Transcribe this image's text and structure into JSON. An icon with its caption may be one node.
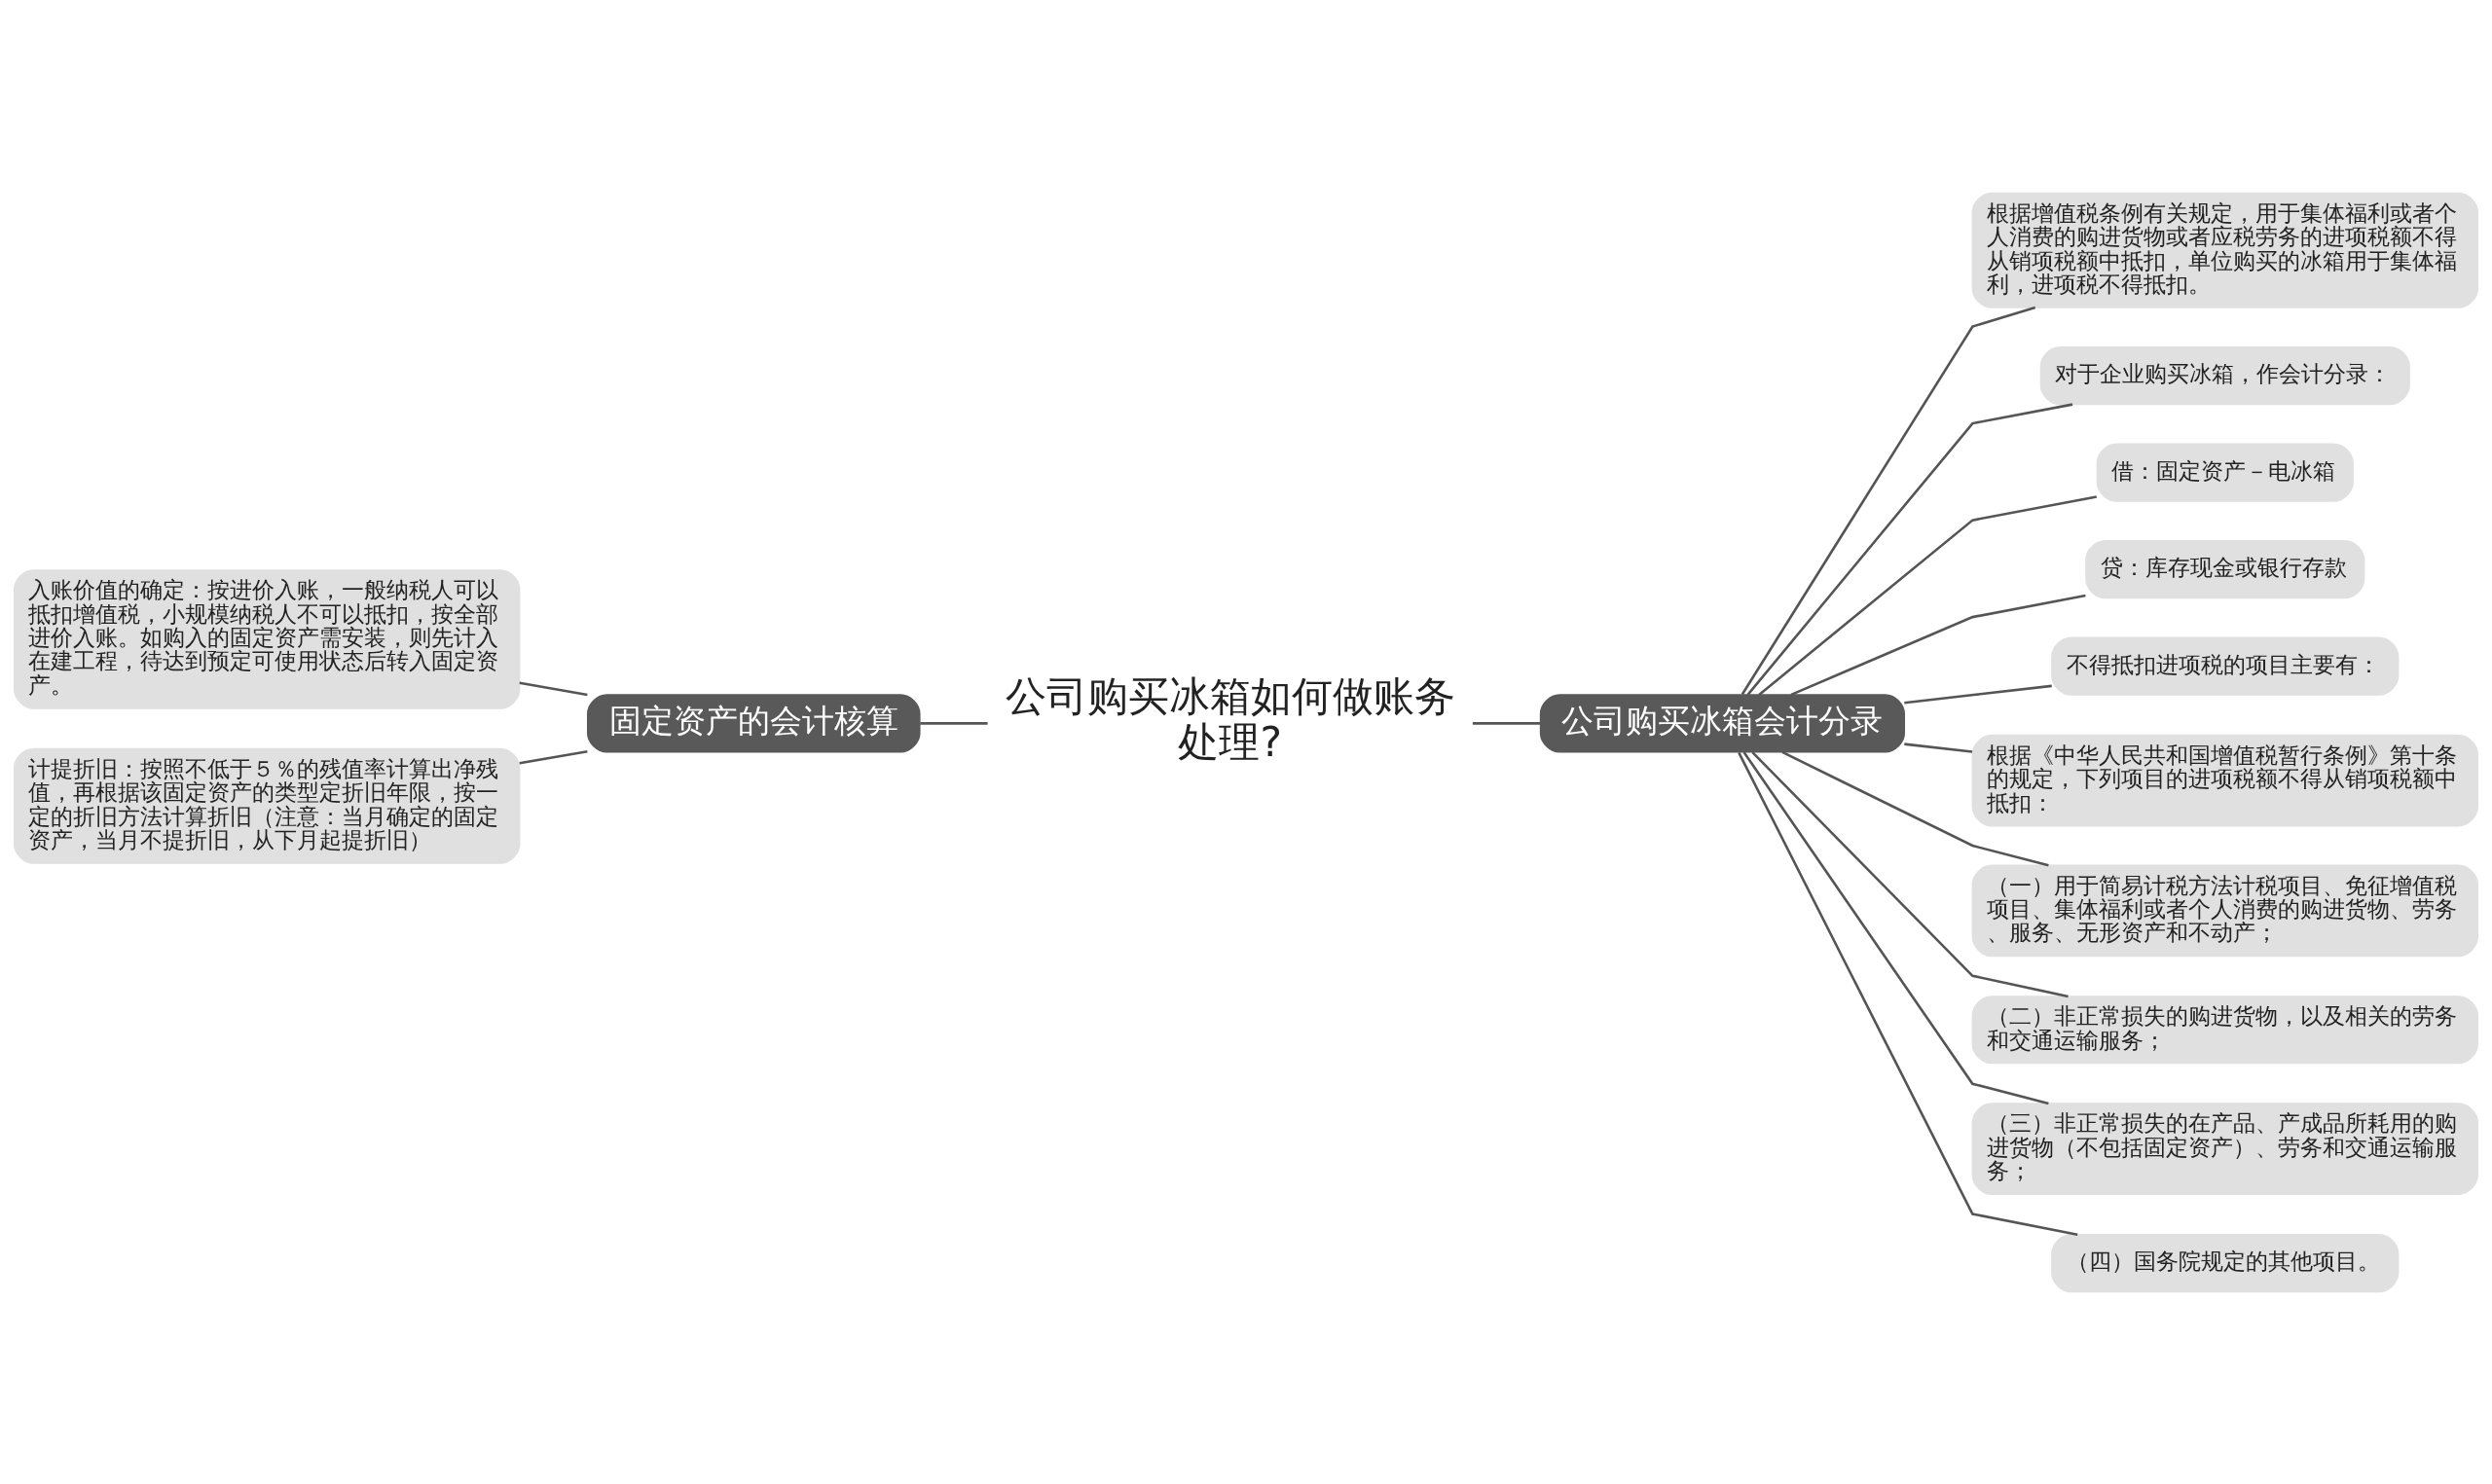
{
  "diagram": {
    "nodes": [
      {
        "text": [
          "公司购买冰箱如何做账务处理?"
        ]
      },
      {
        "text": [
          "固定资产的会计核算"
        ]
      },
      {
        "text": [
          "入账价值的确定：按进价入账，一般纳税人可以抵扣增值税，小规模纳税人不可以抵扣，按全部进价入账。如购入的固定资产需安装，则先计入在建工程，待达到预定可使用状态后转入固定资产。"
        ]
      },
      {
        "text": [
          "计提折旧：按照不低于５％的残值率计算出净残值，再根据该固定资产的类型定折旧年限，按一定的折旧方法计算折旧（注意：当月确定的固定资产，当月不提折旧，从下月起提折旧）"
        ]
      },
      {
        "text": [
          "公司购买冰箱会计分录"
        ]
      },
      {
        "text": [
          "根据增值税条例有关规定，用于集体福利或者个人消费的购进货物或者应税劳务的进项税额不得从销项税额中抵扣，单位购买的冰箱用于集体福利，进项税不得抵扣。"
        ]
      },
      {
        "text": [
          "对于企业购买冰箱，作会计分录："
        ]
      },
      {
        "text": [
          "借：固定资产－电冰箱"
        ]
      },
      {
        "text": [
          "贷：库存现金或银行存款"
        ]
      },
      {
        "text": [
          "不得抵扣进项税的项目主要有："
        ]
      },
      {
        "text": [
          "根据《中华人民共和国增值税暂行条例》第十条的规定，下列项目的进项税额不得从销项税额中抵扣："
        ]
      },
      {
        "text": [
          "（一）用于简易计税方法计税项目、免征增值税项目、集体福利或者个人消费的购进货物、劳务、服务、无形资产和不动产；"
        ]
      },
      {
        "text": [
          "（二）非正常损失的购进货物，以及相关的劳务和交通运输服务；"
        ]
      },
      {
        "text": [
          "（三）非正常损失的在产品、产成品所耗用的购进货物（不包括固定资产）、劳务和交通运输服务；"
        ]
      },
      {
        "text": [
          "（四）国务院规定的其他项目。"
        ]
      }
    ],
    "edges": [
      {
        "from": 0,
        "to": 1,
        "arrow": "none"
      },
      {
        "from": 1,
        "to": 2,
        "arrow": "none"
      },
      {
        "from": 1,
        "to": 3,
        "arrow": "none"
      },
      {
        "from": 0,
        "to": 4,
        "arrow": "none"
      },
      {
        "from": 4,
        "to": 5,
        "arrow": "none"
      },
      {
        "from": 4,
        "to": 6,
        "arrow": "none"
      },
      {
        "from": 4,
        "to": 7,
        "arrow": "none"
      },
      {
        "from": 4,
        "to": 8,
        "arrow": "none"
      },
      {
        "from": 4,
        "to": 9,
        "arrow": "none"
      },
      {
        "from": 4,
        "to": 10,
        "arrow": "none"
      },
      {
        "from": 4,
        "to": 11,
        "arrow": "none"
      },
      {
        "from": 4,
        "to": 12,
        "arrow": "none"
      },
      {
        "from": 4,
        "to": 13,
        "arrow": "none"
      },
      {
        "from": 4,
        "to": 14,
        "arrow": "none"
      }
    ]
  }
}
